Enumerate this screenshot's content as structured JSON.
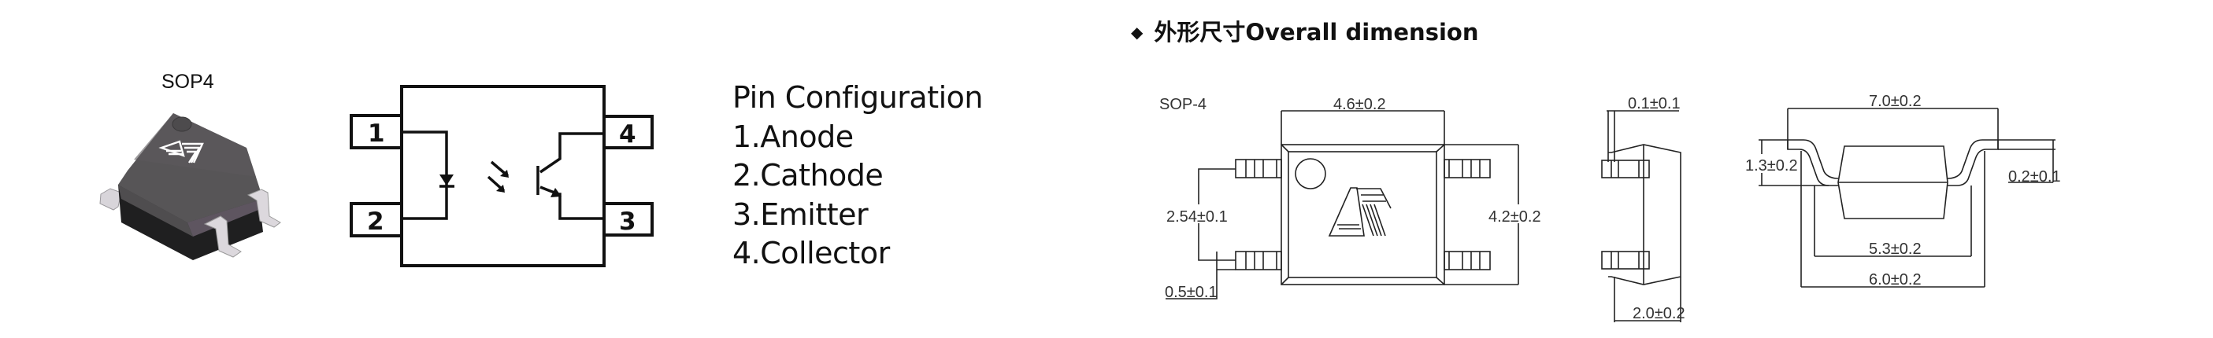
{
  "package_image": {
    "label": "SOP4",
    "body_color_top": "#5a585a",
    "body_color_bottom": "#1e1e1e",
    "lead_color": "#d9d6db"
  },
  "schematic": {
    "pins": [
      {
        "number": "1",
        "side": "left",
        "position": "top"
      },
      {
        "number": "2",
        "side": "left",
        "position": "bottom"
      },
      {
        "number": "3",
        "side": "right",
        "position": "bottom"
      },
      {
        "number": "4",
        "side": "right",
        "position": "top"
      }
    ],
    "components": [
      "LED (diode)",
      "light emission arrows",
      "phototransistor (NPN)"
    ]
  },
  "pin_configuration": {
    "title": "Pin Configuration",
    "items": [
      {
        "label": "1.Anode"
      },
      {
        "label": "2.Cathode"
      },
      {
        "label": "3.Emitter"
      },
      {
        "label": "4.Collector"
      }
    ]
  },
  "overall_dimension": {
    "bullet": "◆",
    "heading": "外形尺寸Overall dimension",
    "package_name": "SOP-4",
    "top_view": {
      "body_width": "4.6±0.2",
      "body_length": "4.2±0.2",
      "pin_pitch": "2.54±0.1",
      "lead_width": "0.5±0.1"
    },
    "side_view": {
      "standoff": "0.1±0.1",
      "body_height": "2.0±0.2"
    },
    "end_view": {
      "overall_width": "7.0±0.2",
      "lead_height": "1.3±0.2",
      "lead_thickness": "0.2±0.1",
      "body_width": "5.3±0.2",
      "lead_span": "6.0±0.2"
    }
  }
}
